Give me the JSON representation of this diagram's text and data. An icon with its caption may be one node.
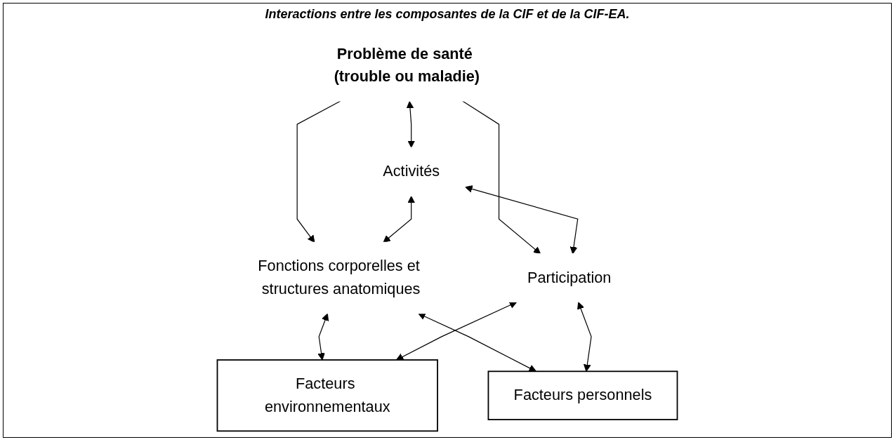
{
  "diagram": {
    "caption": "Interactions entre les composantes de la CIF et de la CIF-EA.",
    "nodes": [
      {
        "text": [
          "Problème de santé (trouble ou maladie)"
        ]
      },
      {
        "text": [
          "Fonctions corporelles et structures anatomiques"
        ]
      },
      {
        "text": [
          "Activités"
        ]
      },
      {
        "text": [
          "Participation"
        ]
      },
      {
        "text": [
          "Facteurs environnementaux"
        ]
      },
      {
        "text": [
          "Facteurs personnels"
        ]
      }
    ],
    "edges": [
      {
        "from": 2,
        "to": 0,
        "arrow": "both"
      },
      {
        "from": 0,
        "to": 1,
        "arrow": "to"
      },
      {
        "from": 0,
        "to": 3,
        "arrow": "to"
      },
      {
        "from": 1,
        "to": 2,
        "arrow": "both"
      },
      {
        "from": 2,
        "to": 3,
        "arrow": "both"
      },
      {
        "from": 4,
        "to": 1,
        "arrow": "both"
      },
      {
        "from": 4,
        "to": 3,
        "arrow": "both"
      },
      {
        "from": 5,
        "to": 1,
        "arrow": "both"
      },
      {
        "from": 5,
        "to": 3,
        "arrow": "both"
      }
    ]
  }
}
